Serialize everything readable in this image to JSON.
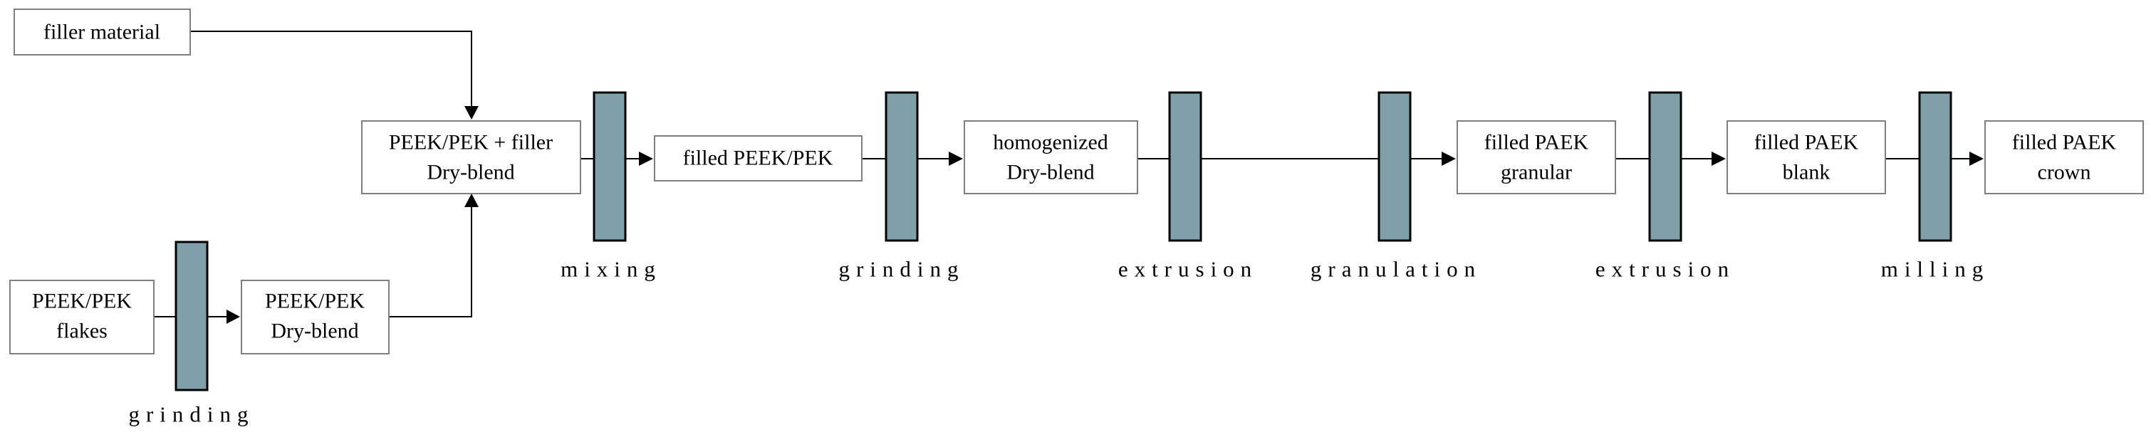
{
  "boxes": {
    "filler_material": "filler material",
    "peek_flakes": [
      "PEEK/PEK",
      "flakes"
    ],
    "peek_dry_blend": [
      "PEEK/PEK",
      "Dry-blend"
    ],
    "peek_filler_dry_blend": [
      "PEEK/PEK + filler",
      "Dry-blend"
    ],
    "filled_peek": "filled PEEK/PEK",
    "homogenized_dry_blend": [
      "homogenized",
      "Dry-blend"
    ],
    "filled_paek_granular": [
      "filled PAEK",
      "granular"
    ],
    "filled_paek_blank": [
      "filled PAEK",
      "blank"
    ],
    "filled_paek_crown": [
      "filled PAEK",
      "crown"
    ]
  },
  "steps": {
    "grinding_1": "grinding",
    "mixing": "mixing",
    "grinding_2": "grinding",
    "extrusion_1": "extrusion",
    "granulation": "granulation",
    "extrusion_2": "extrusion",
    "milling": "milling"
  },
  "colors": {
    "process_bar": "#7f9fab",
    "box_border": "#7f7f7f"
  }
}
